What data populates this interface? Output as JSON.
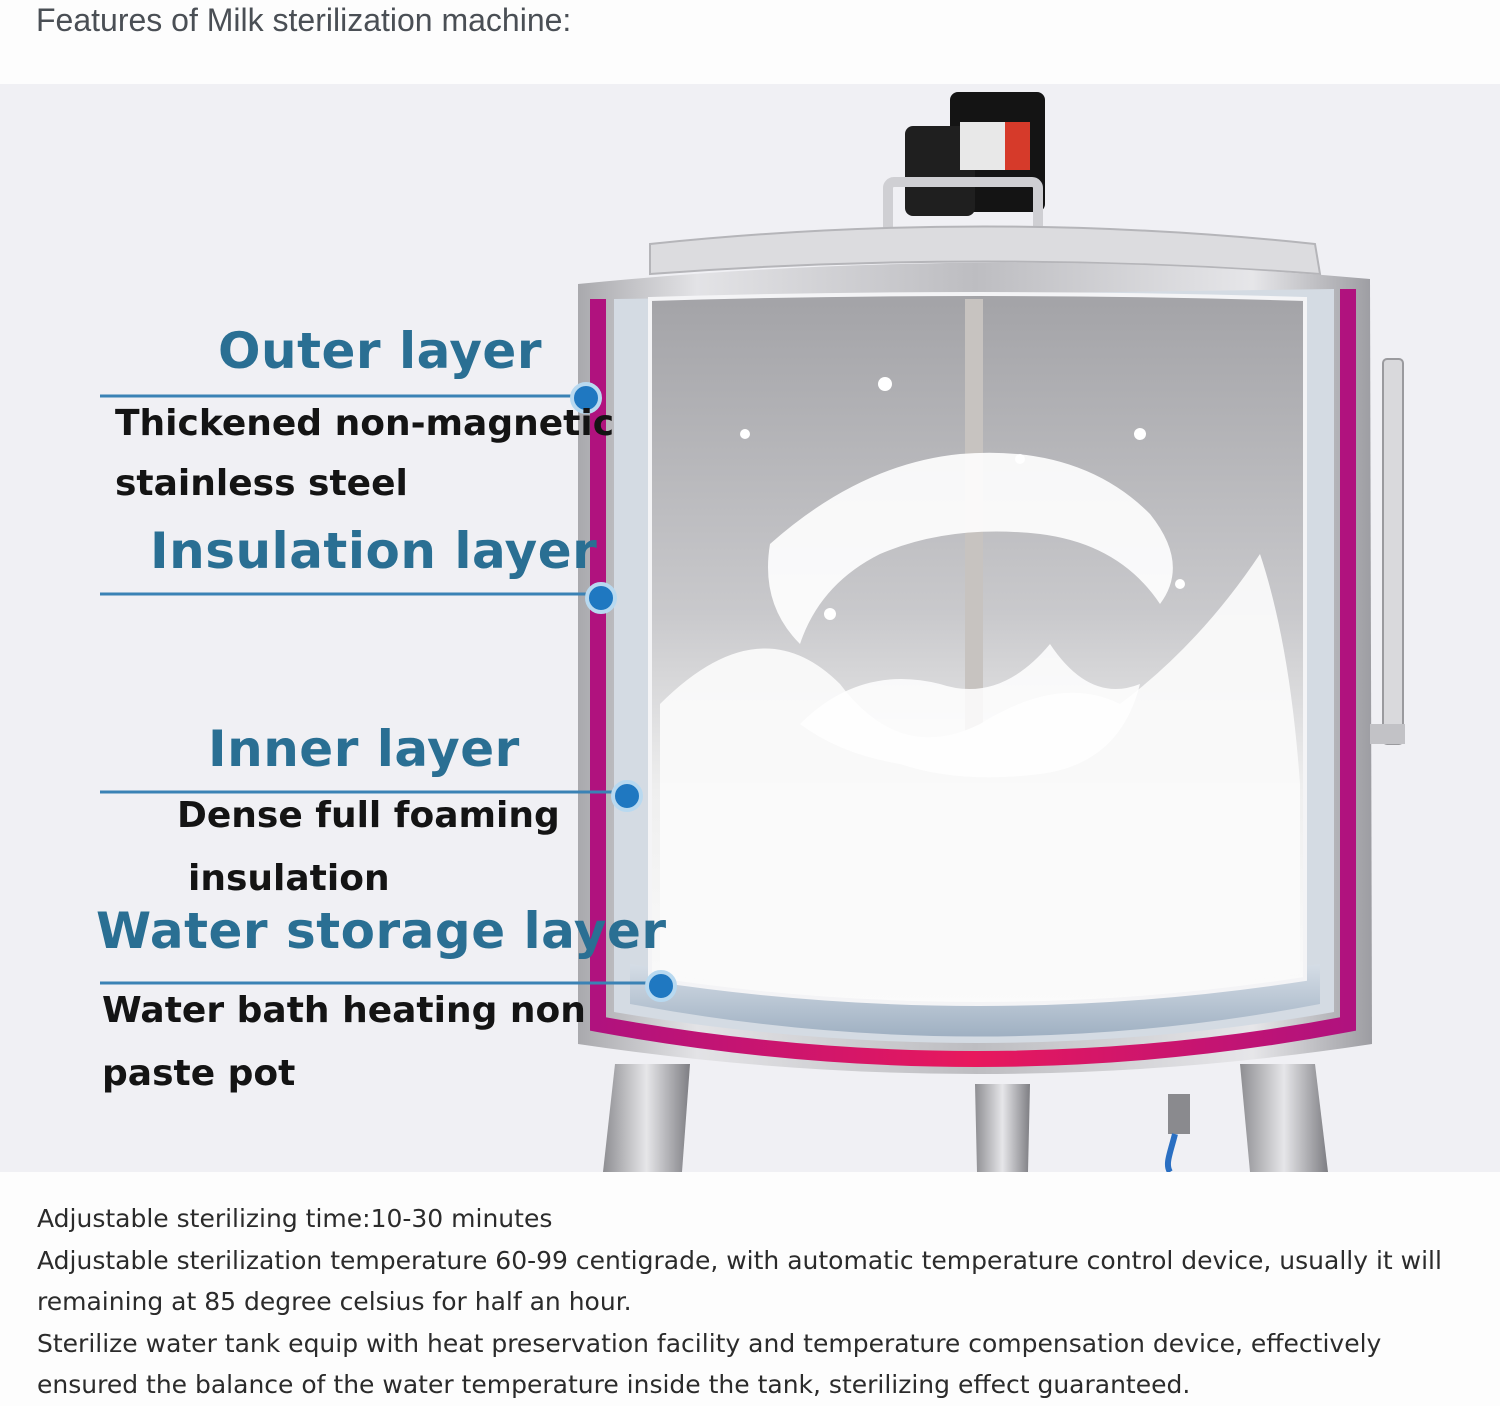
{
  "heading": "Features of Milk sterilization machine:",
  "figure": {
    "callouts": [
      {
        "title": "Outer layer",
        "desc": [
          "Thickened non-magnetic",
          "stainless steel"
        ]
      },
      {
        "title": "Insulation layer",
        "desc": []
      },
      {
        "title": "Inner layer",
        "desc": [
          "Dense full foaming",
          "insulation"
        ]
      },
      {
        "title": "Water storage layer",
        "desc": [
          "Water bath heating non",
          "paste pot"
        ]
      }
    ],
    "colors": {
      "callout_title": "#2a6f93",
      "callout_line": "#3a82b5",
      "callout_dot": "#1f78c1",
      "outer_band": "#c8157a",
      "tank_steel": "#c9c9cc"
    }
  },
  "notes": [
    "Adjustable sterilizing time:10-30 minutes",
    "Adjustable sterilization temperature 60-99 centigrade, with automatic temperature control device, usually it will remaining at 85 degree celsius for half an hour.",
    "Sterilize water tank equip with heat preservation facility and temperature compensation device, effectively ensured the balance of the water temperature inside the tank, sterilizing effect guaranteed."
  ]
}
